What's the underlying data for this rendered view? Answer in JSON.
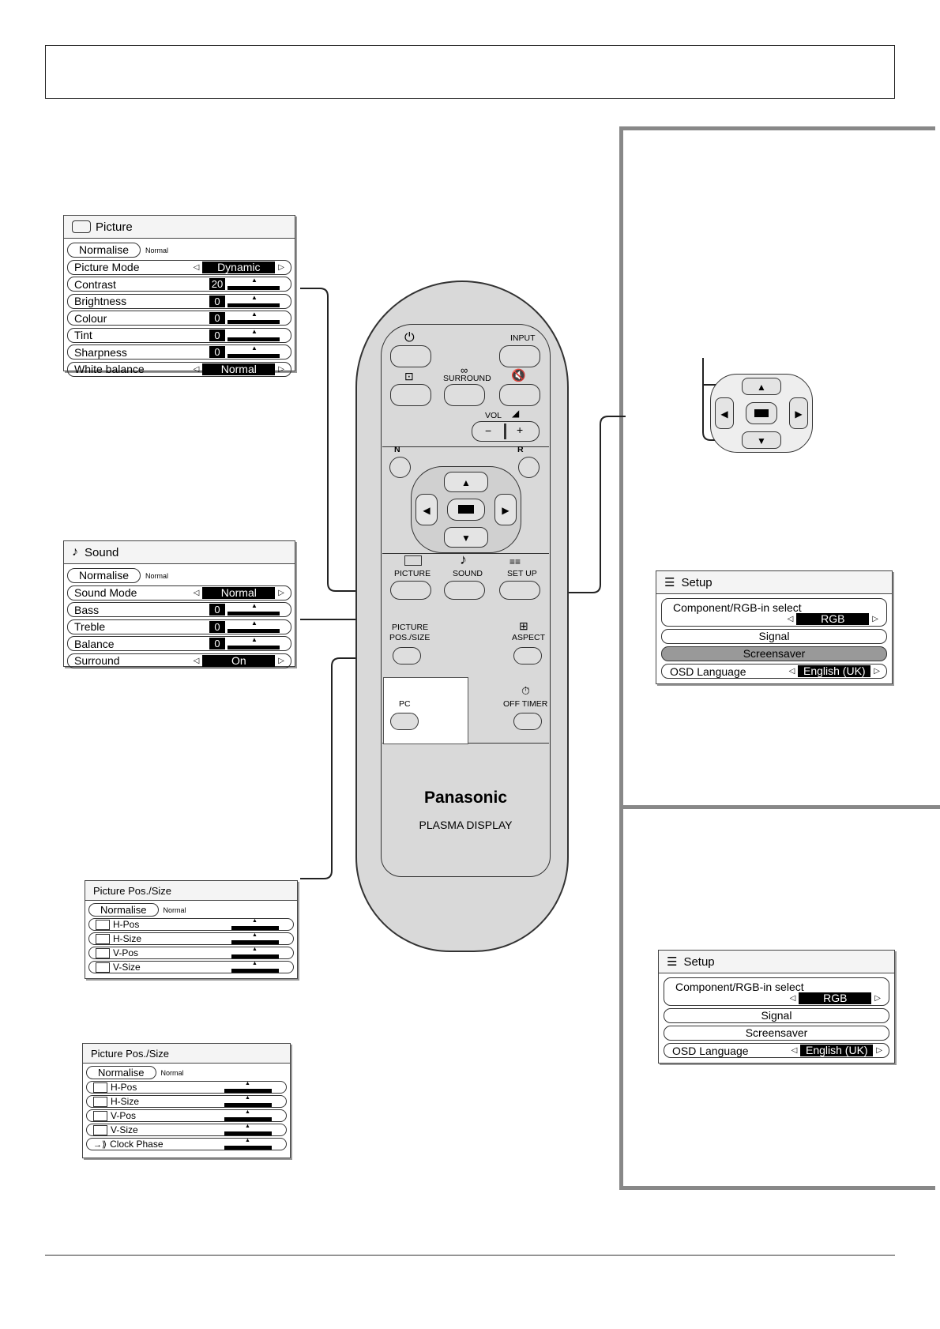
{
  "picture_menu": {
    "title": "Picture",
    "normalise": "Normalise",
    "normal_tag": "Normal",
    "rows": [
      {
        "label": "Picture  Mode",
        "value": "Dynamic"
      },
      {
        "label": "Contrast",
        "value": "20"
      },
      {
        "label": "Brightness",
        "value": "0"
      },
      {
        "label": "Colour",
        "value": "0"
      },
      {
        "label": "Tint",
        "value": "0"
      },
      {
        "label": "Sharpness",
        "value": "0"
      },
      {
        "label": "White balance",
        "value": "Normal"
      }
    ]
  },
  "sound_menu": {
    "title": "Sound",
    "normalise": "Normalise",
    "normal_tag": "Normal",
    "rows": [
      {
        "label": "Sound Mode",
        "value": "Normal"
      },
      {
        "label": "Bass",
        "value": "0"
      },
      {
        "label": "Treble",
        "value": "0"
      },
      {
        "label": "Balance",
        "value": "0"
      },
      {
        "label": "Surround",
        "value": "On"
      }
    ]
  },
  "pos_menu_1": {
    "title": "Picture  Pos./Size",
    "normalise": "Normalise",
    "normal_tag": "Normal",
    "rows": [
      "H-Pos",
      "H-Size",
      "V-Pos",
      "V-Size"
    ]
  },
  "pos_menu_2": {
    "title": "Picture  Pos./Size",
    "normalise": "Normalise",
    "normal_tag": "Normal",
    "rows": [
      "H-Pos",
      "H-Size",
      "V-Pos",
      "V-Size",
      "Clock  Phase"
    ]
  },
  "setup_menu_1": {
    "title": "Setup",
    "component_label": "Component/RGB-in select",
    "component_value": "RGB",
    "signal": "Signal",
    "screensaver": "Screensaver",
    "osd_label": "OSD  Language",
    "osd_value": "English (UK)"
  },
  "setup_menu_2": {
    "title": "Setup",
    "component_label": "Component/RGB-in select",
    "component_value": "RGB",
    "signal": "Signal",
    "screensaver": "Screensaver",
    "osd_label": "OSD  Language",
    "osd_value": "English (UK)"
  },
  "remote": {
    "input": "INPUT",
    "surround": "SURROUND",
    "vol": "VOL",
    "vol_minus": "−",
    "vol_plus": "+",
    "n": "N",
    "r": "R",
    "picture": "PICTURE",
    "sound": "SOUND",
    "setup": "SET UP",
    "picture_pos_1": "PICTURE",
    "picture_pos_2": "POS./SIZE",
    "aspect": "ASPECT",
    "pc": "PC",
    "off_timer": "OFF TIMER",
    "brand": "Panasonic",
    "model": "PLASMA DISPLAY"
  }
}
